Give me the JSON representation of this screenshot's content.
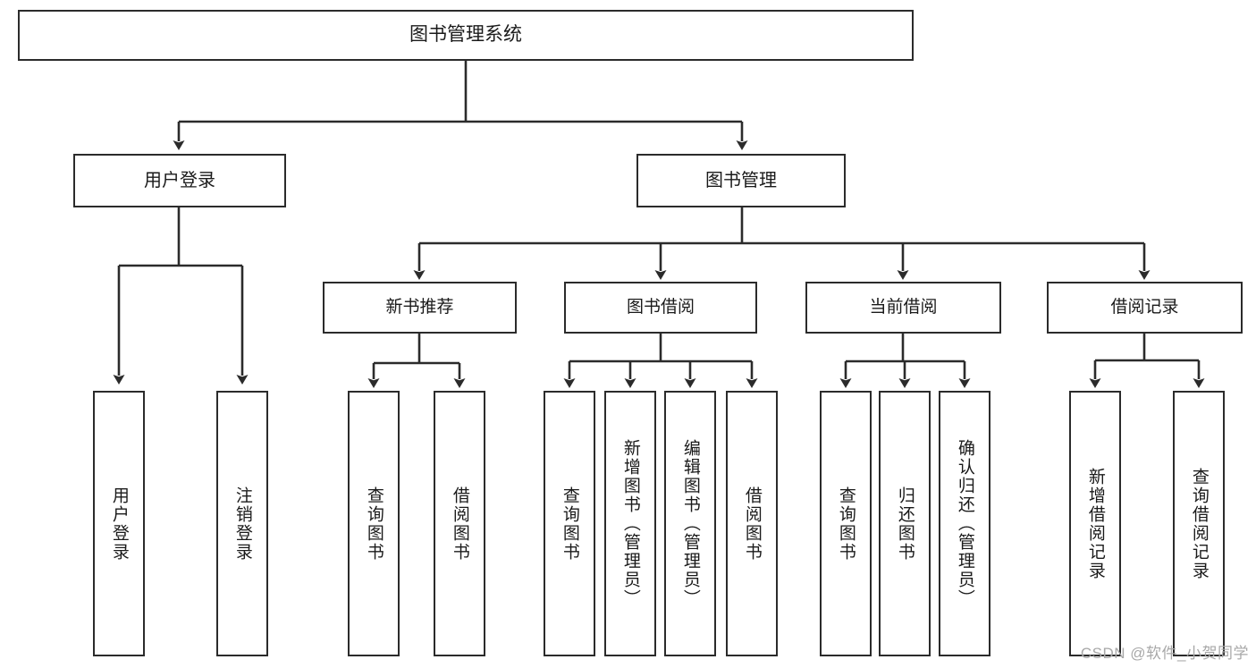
{
  "diagram": {
    "type": "tree-hierarchy",
    "title": "图书管理系统",
    "root": {
      "id": "root",
      "label": "图书管理系统"
    },
    "level2": [
      {
        "id": "user-login",
        "label": "用户登录"
      },
      {
        "id": "book-management",
        "label": "图书管理"
      }
    ],
    "level3": [
      {
        "id": "new-book-recommend",
        "label": "新书推荐",
        "parent": "book-management"
      },
      {
        "id": "book-borrow",
        "label": "图书借阅",
        "parent": "book-management"
      },
      {
        "id": "current-borrow",
        "label": "当前借阅",
        "parent": "book-management"
      },
      {
        "id": "borrow-record",
        "label": "借阅记录",
        "parent": "book-management"
      }
    ],
    "leaves": [
      {
        "id": "leaf-user-login",
        "label": "用户登录",
        "parent": "user-login"
      },
      {
        "id": "leaf-logout",
        "label": "注销登录",
        "parent": "user-login"
      },
      {
        "id": "leaf-query-book-1",
        "label": "查询图书",
        "parent": "new-book-recommend"
      },
      {
        "id": "leaf-borrow-book-1",
        "label": "借阅图书",
        "parent": "new-book-recommend"
      },
      {
        "id": "leaf-query-book-2",
        "label": "查询图书",
        "parent": "book-borrow"
      },
      {
        "id": "leaf-add-book",
        "label": "新增图书（管理员）",
        "parent": "book-borrow"
      },
      {
        "id": "leaf-edit-book",
        "label": "编辑图书（管理员）",
        "parent": "book-borrow"
      },
      {
        "id": "leaf-borrow-book-2",
        "label": "借阅图书",
        "parent": "book-borrow"
      },
      {
        "id": "leaf-query-book-3",
        "label": "查询图书",
        "parent": "current-borrow"
      },
      {
        "id": "leaf-return-book",
        "label": "归还图书",
        "parent": "current-borrow"
      },
      {
        "id": "leaf-confirm-return",
        "label": "确认归还（管理员）",
        "parent": "current-borrow"
      },
      {
        "id": "leaf-add-record",
        "label": "新增借阅记录",
        "parent": "borrow-record"
      },
      {
        "id": "leaf-query-record",
        "label": "查询借阅记录",
        "parent": "borrow-record"
      }
    ],
    "watermark": "CSDN @软件_小贺同学",
    "colors": {
      "border": "#2b2b2b",
      "background": "#ffffff",
      "text": "#1a1a1a",
      "edge": "#2b2b2b",
      "watermark": "#a8a8a8"
    }
  }
}
